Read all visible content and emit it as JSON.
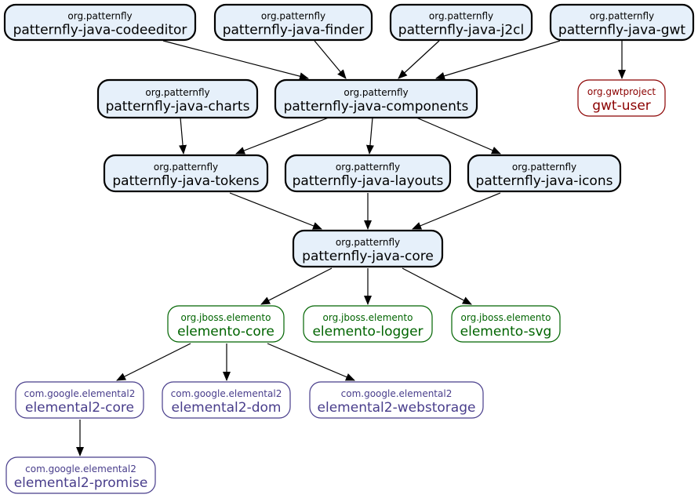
{
  "colors": {
    "patternfly_fill": "#e6f0fa",
    "patternfly_stroke": "#000000",
    "patternfly_text": "#000000",
    "gwt_text": "#8b0000",
    "elemento_text": "#006400",
    "elemental_text": "#483d8b",
    "edge": "#000000"
  },
  "nodes": [
    {
      "id": "codeeditor",
      "group": "org.patternfly",
      "artifact": "patternfly-java-codeeditor",
      "style": "patternfly"
    },
    {
      "id": "finder",
      "group": "org.patternfly",
      "artifact": "patternfly-java-finder",
      "style": "patternfly"
    },
    {
      "id": "j2cl",
      "group": "org.patternfly",
      "artifact": "patternfly-java-j2cl",
      "style": "patternfly"
    },
    {
      "id": "gwt",
      "group": "org.patternfly",
      "artifact": "patternfly-java-gwt",
      "style": "patternfly"
    },
    {
      "id": "charts",
      "group": "org.patternfly",
      "artifact": "patternfly-java-charts",
      "style": "patternfly"
    },
    {
      "id": "components",
      "group": "org.patternfly",
      "artifact": "patternfly-java-components",
      "style": "patternfly"
    },
    {
      "id": "gwtuser",
      "group": "org.gwtproject",
      "artifact": "gwt-user",
      "style": "gwt"
    },
    {
      "id": "tokens",
      "group": "org.patternfly",
      "artifact": "patternfly-java-tokens",
      "style": "patternfly"
    },
    {
      "id": "layouts",
      "group": "org.patternfly",
      "artifact": "patternfly-java-layouts",
      "style": "patternfly"
    },
    {
      "id": "icons",
      "group": "org.patternfly",
      "artifact": "patternfly-java-icons",
      "style": "patternfly"
    },
    {
      "id": "core",
      "group": "org.patternfly",
      "artifact": "patternfly-java-core",
      "style": "patternfly"
    },
    {
      "id": "elcore",
      "group": "org.jboss.elemento",
      "artifact": "elemento-core",
      "style": "elemento"
    },
    {
      "id": "ellogger",
      "group": "org.jboss.elemento",
      "artifact": "elemento-logger",
      "style": "elemento"
    },
    {
      "id": "elsvg",
      "group": "org.jboss.elemento",
      "artifact": "elemento-svg",
      "style": "elemento"
    },
    {
      "id": "e2core",
      "group": "com.google.elemental2",
      "artifact": "elemental2-core",
      "style": "elemental"
    },
    {
      "id": "e2dom",
      "group": "com.google.elemental2",
      "artifact": "elemental2-dom",
      "style": "elemental"
    },
    {
      "id": "e2ws",
      "group": "com.google.elemental2",
      "artifact": "elemental2-webstorage",
      "style": "elemental"
    },
    {
      "id": "e2promise",
      "group": "com.google.elemental2",
      "artifact": "elemental2-promise",
      "style": "elemental"
    }
  ],
  "edges": [
    {
      "from": "codeeditor",
      "to": "components"
    },
    {
      "from": "finder",
      "to": "components"
    },
    {
      "from": "j2cl",
      "to": "components"
    },
    {
      "from": "gwt",
      "to": "components"
    },
    {
      "from": "gwt",
      "to": "gwtuser"
    },
    {
      "from": "charts",
      "to": "tokens"
    },
    {
      "from": "components",
      "to": "tokens"
    },
    {
      "from": "components",
      "to": "layouts"
    },
    {
      "from": "components",
      "to": "icons"
    },
    {
      "from": "tokens",
      "to": "core"
    },
    {
      "from": "layouts",
      "to": "core"
    },
    {
      "from": "icons",
      "to": "core"
    },
    {
      "from": "core",
      "to": "elcore"
    },
    {
      "from": "core",
      "to": "ellogger"
    },
    {
      "from": "core",
      "to": "elsvg"
    },
    {
      "from": "elcore",
      "to": "e2core"
    },
    {
      "from": "elcore",
      "to": "e2dom"
    },
    {
      "from": "elcore",
      "to": "e2ws"
    },
    {
      "from": "e2core",
      "to": "e2promise"
    }
  ]
}
